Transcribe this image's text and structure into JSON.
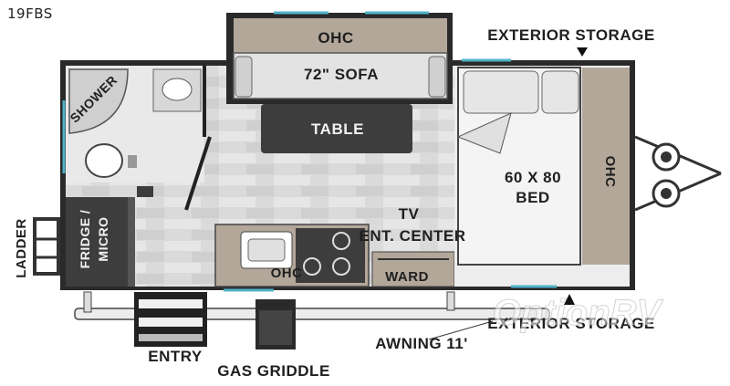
{
  "model": "19FBS",
  "labels": {
    "ohc_top": "OHC",
    "sofa": "72\" SOFA",
    "table": "TABLE",
    "shower": "SHOWER",
    "fridge": "FRIDGE /",
    "micro": "MICRO",
    "tv": "TV",
    "ent_center": "ENT. CENTER",
    "ohc_kitchen": "OHC",
    "ward": "WARD",
    "bed_size": "60 X 80",
    "bed": "BED",
    "ohc_front": "OHC",
    "exterior_storage_top": "EXTERIOR STORAGE",
    "exterior_storage_bottom": "EXTERIOR STORAGE",
    "ladder": "LADDER",
    "entry": "ENTRY",
    "gas_griddle": "GAS GRIDDLE",
    "awning": "AWNING 11'"
  },
  "watermark": "OptionRV",
  "colors": {
    "wall": "#2a2a2a",
    "floor": "#d9d9d9",
    "counter": "#b1a598",
    "cabinet": "#3d3d3d",
    "accent_window": "#4fb3c8"
  }
}
